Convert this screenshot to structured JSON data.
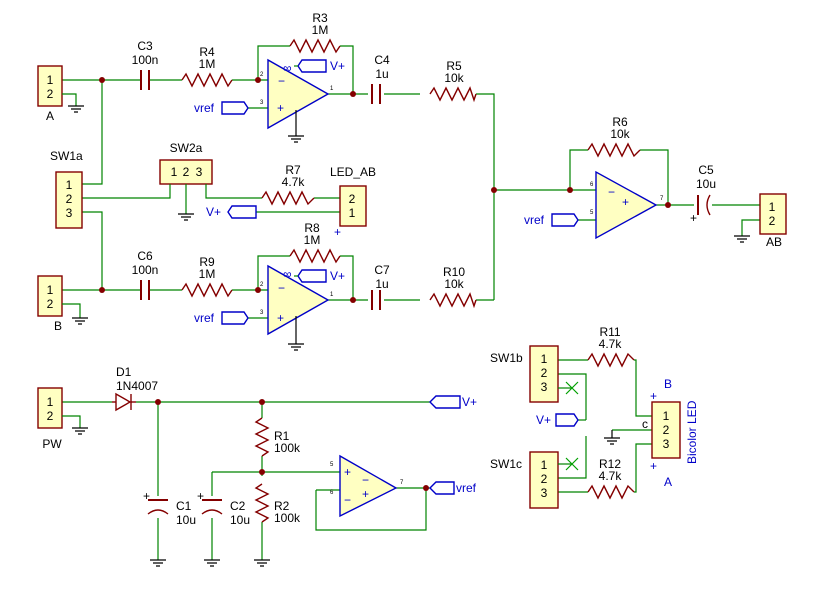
{
  "connectors": {
    "A": {
      "ref": "A",
      "pins": [
        "1",
        "2"
      ]
    },
    "B": {
      "ref": "B",
      "pins": [
        "1",
        "2"
      ]
    },
    "PW": {
      "ref": "PW",
      "pins": [
        "1",
        "2"
      ]
    },
    "SW1a": {
      "ref": "SW1a",
      "pins": [
        "1",
        "2",
        "3"
      ]
    },
    "SW2a": {
      "ref": "SW2a",
      "pins": [
        "1",
        "2",
        "3"
      ]
    },
    "LED_AB": {
      "ref": "LED_AB",
      "pins": [
        "2",
        "1"
      ],
      "plus": "+"
    },
    "AB": {
      "ref": "AB",
      "pins": [
        "1",
        "2"
      ]
    },
    "SW1b": {
      "ref": "SW1b",
      "pins": [
        "1",
        "2",
        "3"
      ]
    },
    "SW1c": {
      "ref": "SW1c",
      "pins": [
        "1",
        "2",
        "3"
      ]
    },
    "LED": {
      "ref": "Bicolor LED",
      "pins": [
        "1",
        "2",
        "3"
      ],
      "plus_top": "+",
      "label_top": "B",
      "plus_bottom": "+",
      "label_bottom": "A",
      "common": "c"
    }
  },
  "resistors": {
    "R1": {
      "ref": "R1",
      "value": "100k"
    },
    "R2": {
      "ref": "R2",
      "value": "100k"
    },
    "R3": {
      "ref": "R3",
      "value": "1M"
    },
    "R4": {
      "ref": "R4",
      "value": "1M"
    },
    "R5": {
      "ref": "R5",
      "value": "10k"
    },
    "R6": {
      "ref": "R6",
      "value": "10k"
    },
    "R7": {
      "ref": "R7",
      "value": "4.7k"
    },
    "R8": {
      "ref": "R8",
      "value": "1M"
    },
    "R9": {
      "ref": "R9",
      "value": "1M"
    },
    "R10": {
      "ref": "R10",
      "value": "10k"
    },
    "R11": {
      "ref": "R11",
      "value": "4.7k"
    },
    "R12": {
      "ref": "R12",
      "value": "4.7k"
    }
  },
  "capacitors": {
    "C1": {
      "ref": "C1",
      "value": "10u"
    },
    "C2": {
      "ref": "C2",
      "value": "10u"
    },
    "C3": {
      "ref": "C3",
      "value": "100n"
    },
    "C4": {
      "ref": "C4",
      "value": "1u"
    },
    "C5": {
      "ref": "C5",
      "value": "10u"
    },
    "C6": {
      "ref": "C6",
      "value": "100n"
    },
    "C7": {
      "ref": "C7",
      "value": "1u"
    }
  },
  "diode": {
    "ref": "D1",
    "value": "1N4007"
  },
  "opamp_pins": {
    "in_minus": "2",
    "in_plus": "3",
    "out": "1",
    "in_minus_b": "6",
    "in_plus_b": "5",
    "out_b": "7"
  },
  "opamp_marks": {
    "plus": "+",
    "minus": "−",
    "pwr": "∞"
  },
  "net_labels": {
    "vplus": "V+",
    "vref": "vref"
  }
}
